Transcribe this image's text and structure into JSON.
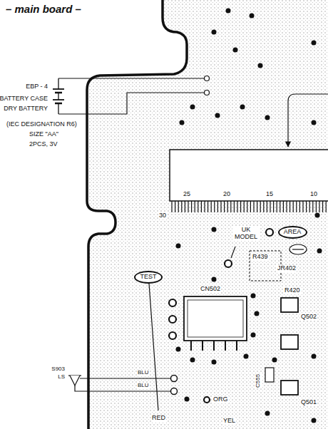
{
  "diagram": {
    "title": "– main board –",
    "nodes": [
      {
        "text": [
          "AREA"
        ]
      },
      {
        "text": [
          "TEST"
        ]
      }
    ],
    "labels": [
      "EBP - 4",
      "BATTERY CASE",
      "DRY BATTERY",
      "(IEC DESIGNATION R6)",
      "SIZE \"AA\"",
      "2PCS, 3V",
      "25",
      "20",
      "15",
      "10",
      "30",
      "UK MODEL",
      "R439",
      "JR402",
      "CN502",
      "R420",
      "Q502",
      "S903",
      "LS",
      "BLU",
      "BLU",
      "ORG",
      "C555",
      "YEL",
      "RED",
      "Q501"
    ]
  }
}
